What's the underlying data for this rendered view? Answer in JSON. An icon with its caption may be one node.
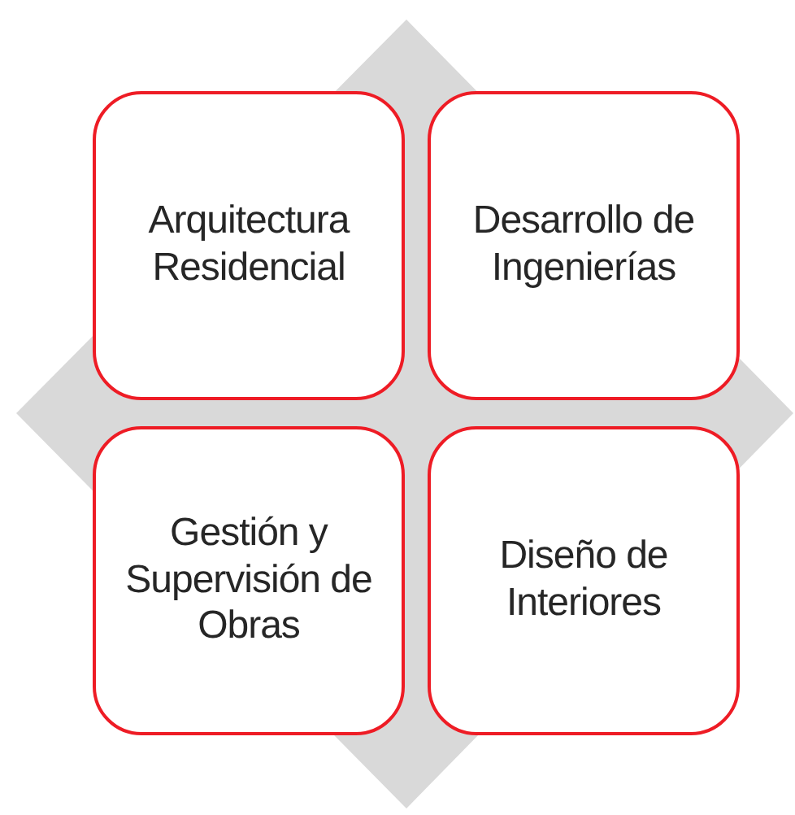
{
  "diagram": {
    "nodes": [
      {
        "text": [
          "Arquitectura Residencial"
        ]
      },
      {
        "text": [
          "Desarrollo de Ingenierías"
        ]
      },
      {
        "text": [
          "Gestión y Supervisión de Obras"
        ]
      },
      {
        "text": [
          "Diseño de Interiores"
        ]
      }
    ]
  }
}
